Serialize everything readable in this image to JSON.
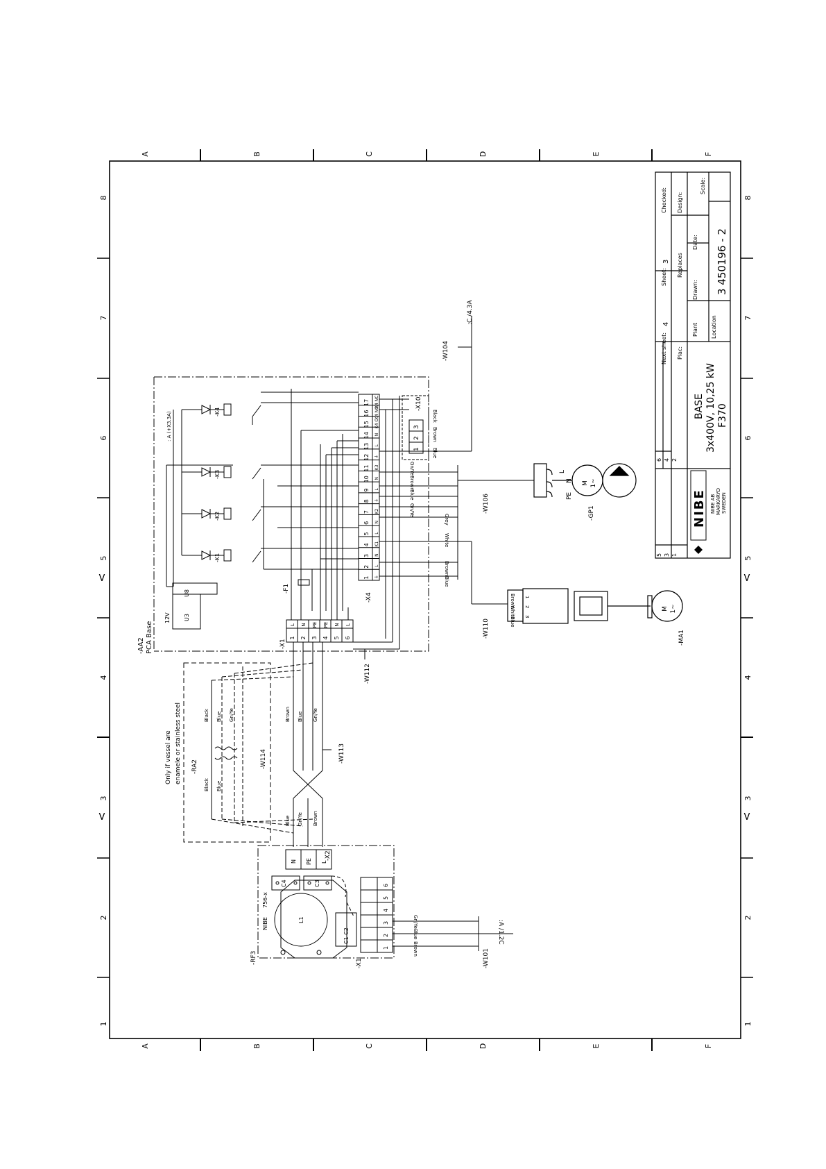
{
  "sheet": {
    "col_labels": [
      "A",
      "B",
      "C",
      "D",
      "E",
      "F"
    ],
    "row_labels": [
      "1",
      "2",
      "3",
      "4",
      "5",
      "6",
      "7",
      "8"
    ],
    "arrow_glyph": "<"
  },
  "title_block": {
    "labels": {
      "checked": "Checked:",
      "design": "Design:",
      "scale": "Scale:",
      "sheet": "Sheet:",
      "replaces": "Replaces",
      "date": "Date:",
      "drawn": "Drawn:",
      "next_sheet": "Next sheet:",
      "plac": "Plac:",
      "plant": "Plant",
      "location": "Location"
    },
    "sheet_value": "3",
    "next_sheet_value": "4",
    "drawing_no": "3    450196 - 2",
    "title_lines": [
      "BASE",
      "3x400V, 10,25 kW",
      "F370"
    ],
    "rev_left": [
      "5",
      "3",
      "1"
    ],
    "rev_right": [
      "6",
      "4",
      "2"
    ],
    "company_lines": [
      "NIBE AB",
      "MARKARYD",
      "SWEDEN"
    ],
    "logo_text": "NIBE"
  },
  "board": {
    "label": [
      "-AA2",
      "PCA Base"
    ],
    "x4_label": "-X4",
    "x1_label": "-X1",
    "x10_label": "-X10",
    "f1_label": "-F1",
    "u8_label": "U8",
    "u3_label": "U3",
    "v12_label": "12V",
    "ref_label": ": A (+X3.3A)",
    "relays": [
      "-K4",
      "-K3",
      "-K2",
      "-K1"
    ],
    "x4_terms": [
      "1",
      "2",
      "3",
      "4",
      "5",
      "6",
      "7",
      "8",
      "9",
      "10",
      "11",
      "12",
      "13",
      "14",
      "15",
      "16",
      "17"
    ],
    "x4_funcs": [
      "⏚",
      "L",
      "N",
      "K1",
      "L",
      "N",
      "K2",
      "⏚",
      "L",
      "N",
      "K3",
      "⏚",
      "L",
      "N",
      "K4 C",
      "K4 NO",
      "K4 NC"
    ],
    "x1_terms": [
      "1",
      "2",
      "3",
      "4",
      "5",
      "6"
    ],
    "x1_funcs": [
      "L",
      "N",
      "PE",
      "PE",
      "N",
      "L"
    ],
    "x10_terms": [
      "1",
      "2",
      "3"
    ]
  },
  "wires": {
    "w104": "-W104",
    "w104_ref": ":C /4.3A",
    "w106": "-W106",
    "w110": "-W110",
    "w112": "-W112",
    "w113": "-W113",
    "w114": "-W114",
    "w101": "-W101",
    "w101_ref": ":A /1.2C",
    "colors_x10": [
      "Black",
      "Brown",
      "Blue"
    ],
    "colors_w106": [
      "Gn/Ye",
      "Brown",
      "Blue",
      "Gn/Ye"
    ],
    "colors_w110_board": [
      "Grey",
      "White",
      "Brown",
      "Blue"
    ],
    "colors_w113_top": [
      "Brown",
      "Blue",
      "Gn/Ye"
    ],
    "colors_w113_bottom": [
      "Blue",
      "Gn/Ye",
      "Brown"
    ],
    "colors_w114_top": [
      "Black",
      "Blue",
      "Gn/Ye"
    ],
    "colors_w114_bottom": [
      "Black",
      "Blue"
    ],
    "colors_w101": [
      "Gn/Ye",
      "Blue",
      "Brown"
    ]
  },
  "components": {
    "gp1": "-GP1",
    "ma1": "-MA1",
    "motor_m": "M",
    "motor_phase": "1~",
    "gp1_terms": [
      "L",
      "N",
      "PE"
    ],
    "ma1_conn": [
      "Brown",
      "White",
      "Blue"
    ],
    "ma1_pins": [
      "1",
      "2",
      "3"
    ],
    "ra2": "-RA2",
    "ra2_note": [
      "Only if vessel are",
      "enamele or stainless steel"
    ],
    "rf3": "-RF3",
    "rf3_text": [
      "NIBE",
      "756-x"
    ],
    "l1": "L1",
    "c3": "C3",
    "c4": "C4",
    "c1c2": "C1 C2",
    "x2": "-X2",
    "x2_terms": [
      "N",
      "PE",
      "L"
    ],
    "rf3_x1": "-X1",
    "rf3_x1_terms": [
      "1",
      "2",
      "3",
      "4",
      "5",
      "6"
    ]
  }
}
